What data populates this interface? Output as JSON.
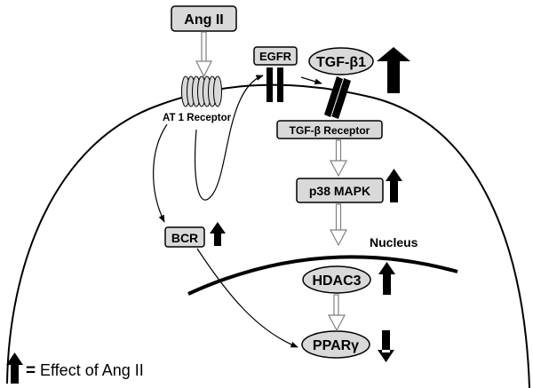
{
  "nodes": {
    "ang2": "Ang II",
    "at1": "AT 1 Receptor",
    "egfr": "EGFR",
    "tgfb1": "TGF-β1",
    "tgfb_receptor": "TGF-β Receptor",
    "p38": "p38 MAPK",
    "bcr": "BCR",
    "nucleus": "Nucleus",
    "hdac3": "HDAC3",
    "ppar": "PPARγ"
  },
  "effects": {
    "tgfb1": "up",
    "p38": "up",
    "bcr": "up",
    "hdac3": "up",
    "ppar": "down"
  },
  "legend": {
    "equals": "=",
    "text": "Effect of Ang II",
    "arrow": "up"
  },
  "colors": {
    "box_fill": "#d9d9d9",
    "stroke": "#000000",
    "open_arrow": "#808080"
  }
}
